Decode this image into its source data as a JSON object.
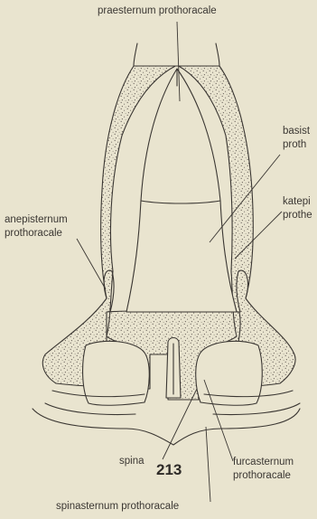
{
  "labels": {
    "praesternum": "praesternum prothoracale",
    "basisternum_1": "basist",
    "basisternum_2": "proth",
    "katepisternum_1": "katepi",
    "katepisternum_2": "prothe",
    "anepisternum_1": "anepisternum",
    "anepisternum_2": "prothoracale",
    "spina": "spina",
    "furcasternum_1": "furcasternum",
    "furcasternum_2": "prothoracale",
    "spinasternum": "spinasternum prothoracale"
  },
  "figure_number": "213",
  "colors": {
    "background": "#e9e4cf",
    "ink": "#3a3632",
    "stipple": "#6d665e"
  }
}
